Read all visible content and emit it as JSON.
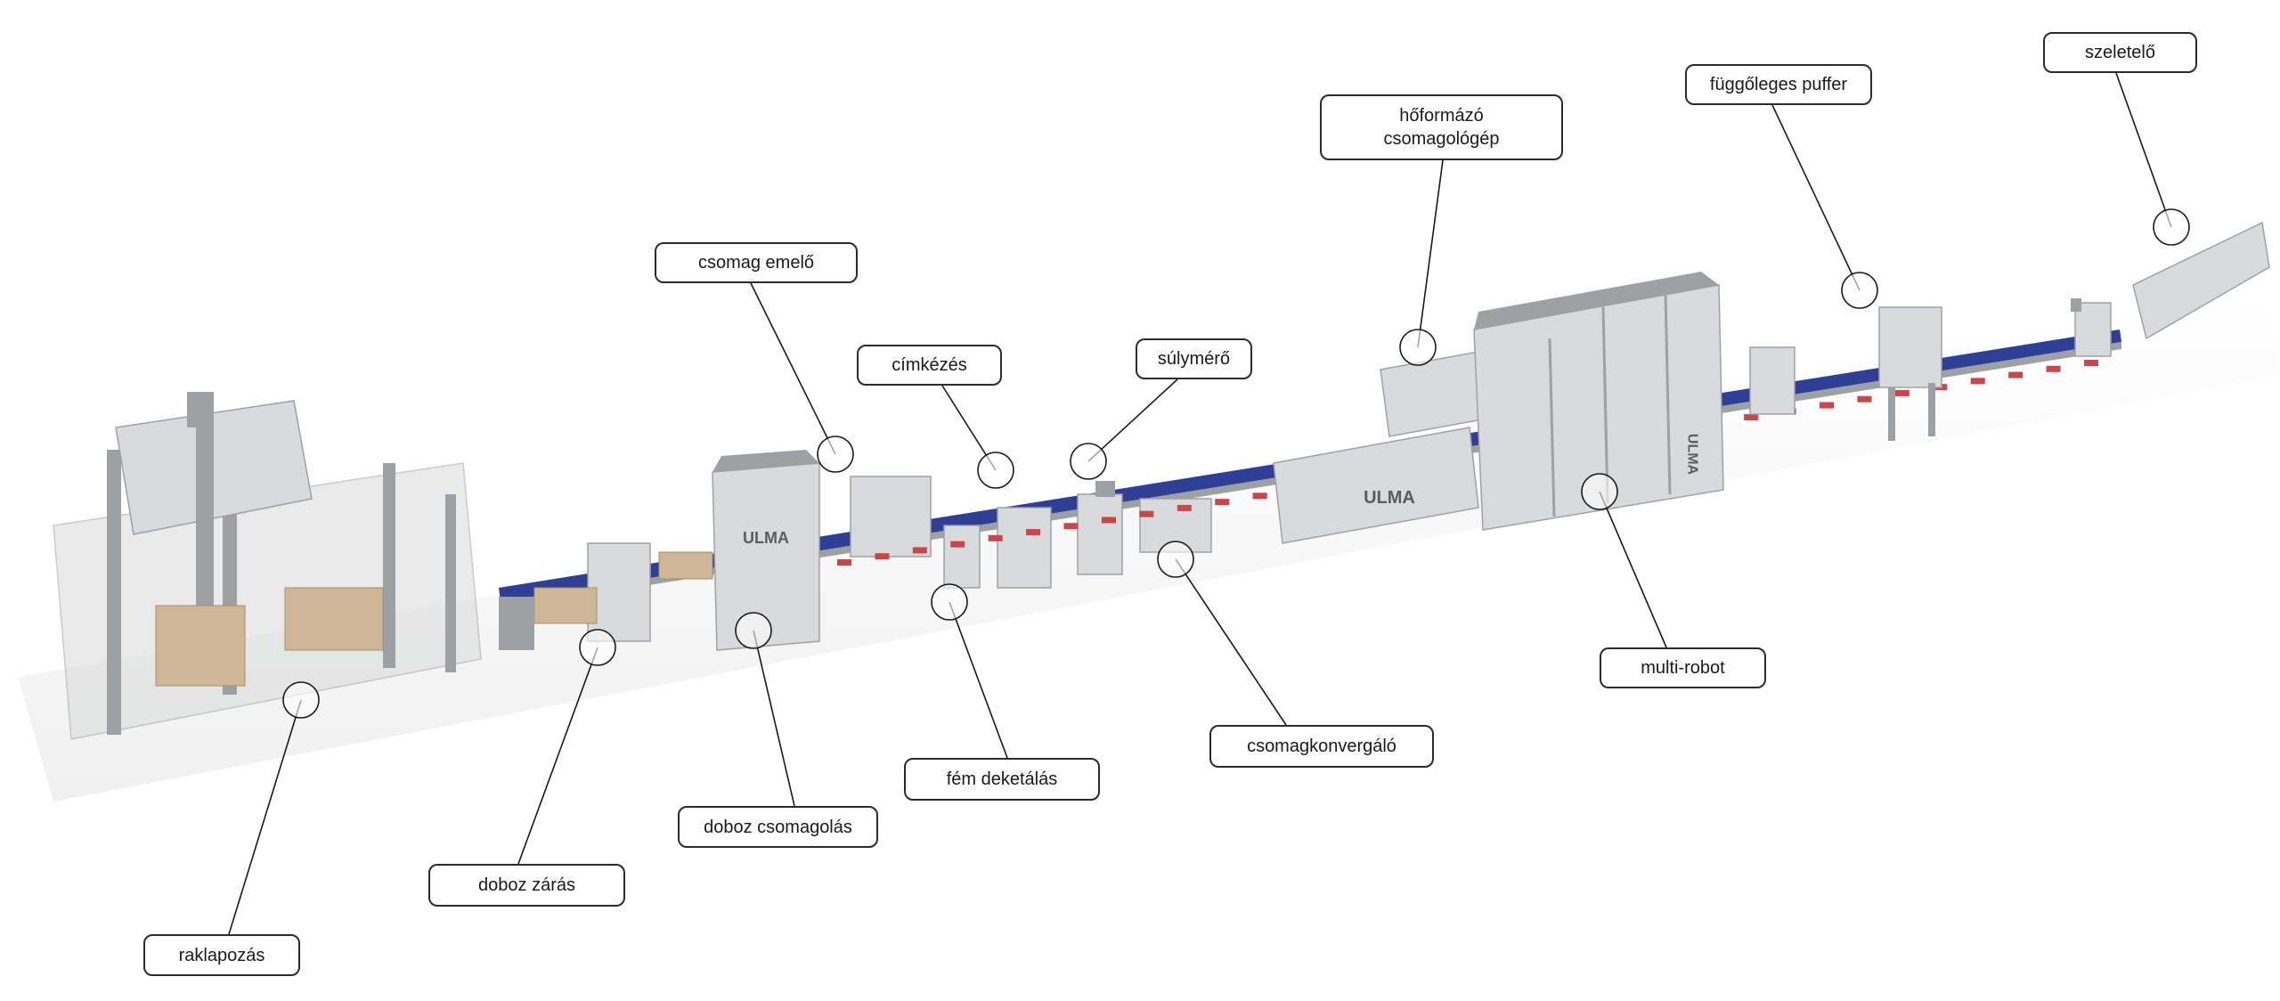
{
  "diagram": {
    "brand_text": "ULMA",
    "colors": {
      "machine": "#d9dadb",
      "machine_dark": "#9ea1a4",
      "belt": "#2e3f95",
      "product": "#c9474a",
      "carton": "#cdb796",
      "leader": "#1a1a1a"
    },
    "labels": {
      "slicer": "szeletelő",
      "vertical_buffer": "függőleges puffer",
      "thermoformer": "hőformázó\ncsomagológép",
      "pack_lifter": "csomag emelő",
      "labeling": "címkézés",
      "weigher": "súlymérő",
      "multi_robot": "multi-robot",
      "pack_converger": "csomagkonvergáló",
      "metal_detection": "fém deketálás",
      "case_packing": "doboz csomagolás",
      "case_closing": "doboz zárás",
      "palletizing": "raklapozás"
    }
  }
}
